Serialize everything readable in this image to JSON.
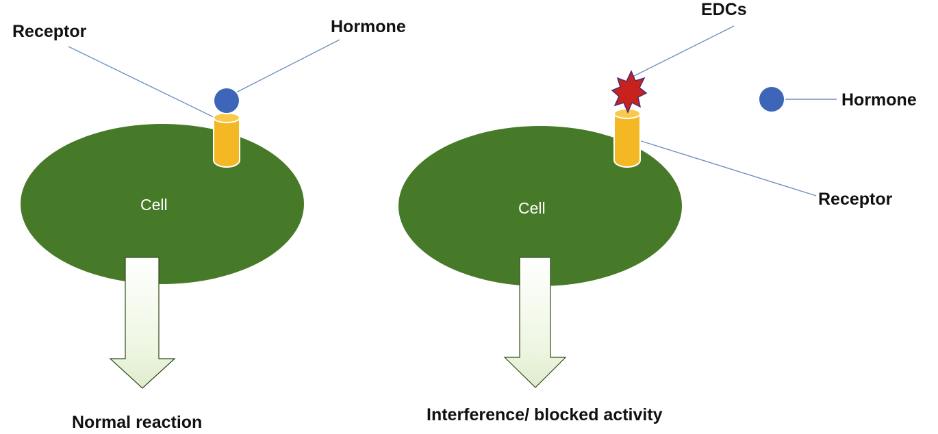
{
  "left_panel": {
    "receptor_label": "Receptor",
    "hormone_label": "Hormone",
    "cell_label": "Cell",
    "outcome_label": "Normal reaction"
  },
  "right_panel": {
    "edcs_label": "EDCs",
    "hormone_label": "Hormone",
    "receptor_label": "Receptor",
    "cell_label": "Cell",
    "outcome_label": "Interference/ blocked activity"
  },
  "colors": {
    "cell": "#467a28",
    "receptor": "#f4b825",
    "hormone": "#3d66b8",
    "edc": "#c8221c",
    "arrow_fill": "#f2f8ea",
    "leader_line": "#6e8fc2"
  },
  "icons": {
    "hormone": "blue-circle",
    "receptor": "yellow-cylinder",
    "edc": "red-starburst",
    "outcome": "down-arrow"
  }
}
